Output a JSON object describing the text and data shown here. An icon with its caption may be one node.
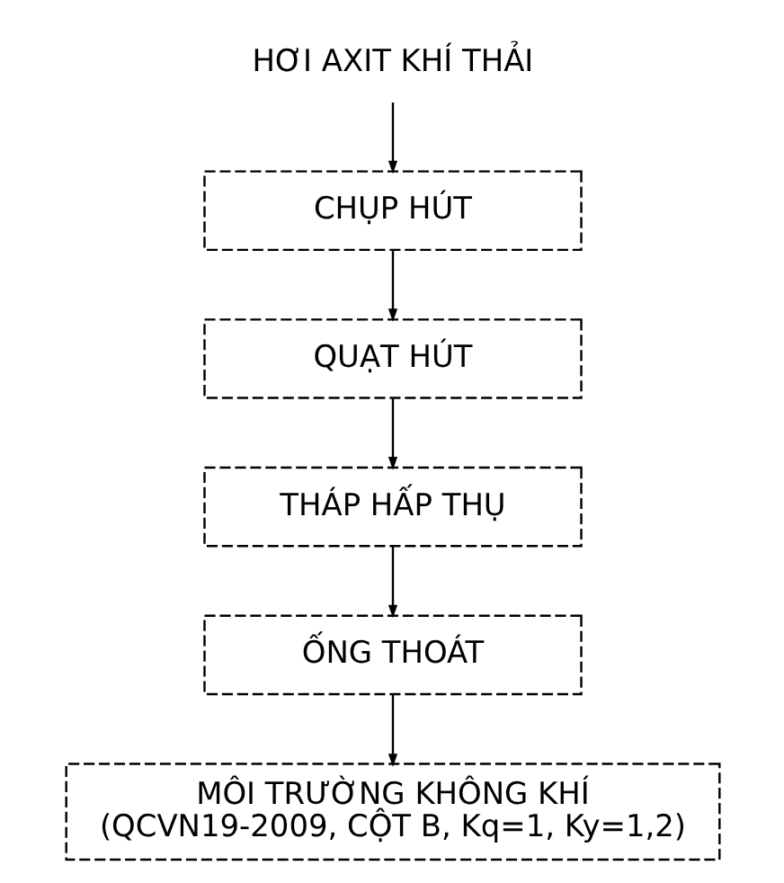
{
  "diagram": {
    "nodes": [
      {
        "text": [
          "HƠI AXIT KHÍ THẢI"
        ]
      },
      {
        "text": [
          "CHỤP HÚT"
        ]
      },
      {
        "text": [
          "QUẠT HÚT"
        ]
      },
      {
        "text": [
          "THÁP HẤP THỤ"
        ]
      },
      {
        "text": [
          "ỐNG THOÁT"
        ]
      },
      {
        "text": [
          "MÔI TRƯỜNG KHÔNG KHÍ",
          "(QCVN19-2009, CỘT B, Kq=1, Ky=1,2)"
        ]
      }
    ],
    "edges": [
      {
        "from": 0,
        "to": 1,
        "arrow": "to"
      },
      {
        "from": 1,
        "to": 2,
        "arrow": "to"
      },
      {
        "from": 2,
        "to": 3,
        "arrow": "to"
      },
      {
        "from": 3,
        "to": 4,
        "arrow": "to"
      },
      {
        "from": 4,
        "to": 5,
        "arrow": "to"
      }
    ]
  }
}
